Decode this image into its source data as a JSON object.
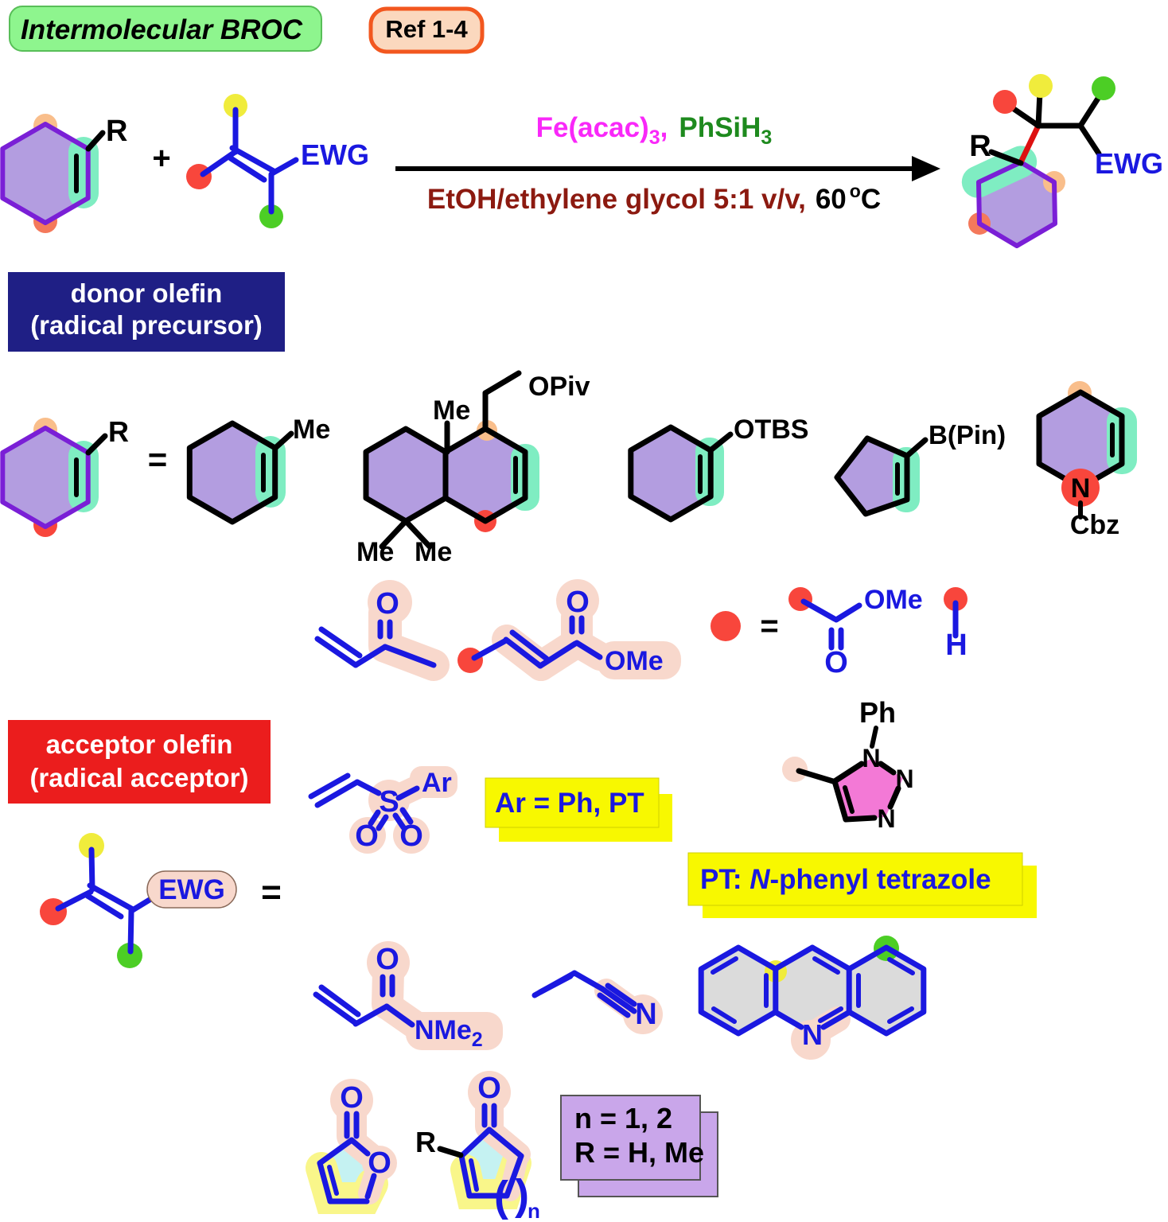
{
  "title": {
    "label": "Intermolecular BROC",
    "ref": "Ref 1-4"
  },
  "reaction": {
    "plus": "+",
    "donor_r": "R",
    "ewg": "EWG",
    "catalyst": "Fe(acac)",
    "catalyst_sub": "3",
    "catalyst_comma": ",",
    "silane": "PhSiH",
    "silane_sub": "3",
    "solvent": "EtOH/ethylene glycol 5:1 v/v,",
    "temp_num": "60",
    "temp_deg": "o",
    "temp_unit": "C",
    "product_r": "R",
    "product_ewg": "EWG"
  },
  "donor": {
    "heading1": "donor olefin",
    "heading2": "(radical precursor)",
    "r": "R",
    "equals": "=",
    "me": "Me",
    "decalin_me_angular": "Me",
    "decalin_opiv": "OPiv",
    "decalin_me_gem1": "Me",
    "decalin_me_gem2": "Me",
    "otbs": "OTBS",
    "bpin": "B(Pin)",
    "n": "N",
    "cbz": "Cbz"
  },
  "ketones": {
    "mvk_o": "O",
    "crotonate_o": "O",
    "crotonate_ome": "OMe",
    "equals": "=",
    "ester_ome": "OMe",
    "ester_o": "O",
    "h": "H"
  },
  "acceptor": {
    "heading1": "acceptor olefin",
    "heading2": "(radical acceptor)",
    "ewg": "EWG",
    "equals": "=",
    "sulfone_s": "S",
    "sulfone_ar": "Ar",
    "sulfone_o1": "O",
    "sulfone_o2": "O",
    "ar_note": "Ar = Ph, PT",
    "tetrazole_ph": "Ph",
    "tetrazole_n1": "N",
    "tetrazole_n2": "N",
    "tetrazole_n3": "N",
    "pt_note_prefix": "PT: ",
    "pt_note_italic": "N",
    "pt_note_suffix": "-phenyl tetrazole",
    "amide_o": "O",
    "amide_n": "NMe",
    "amide_n_sub": "2",
    "nitrile_n": "N",
    "acridine_n": "N",
    "lactone_o_carbonyl": "O",
    "lactone_o_ring": "O",
    "enone_r": "R",
    "enone_o": "O",
    "paren_open": "(",
    "paren_close": ")",
    "paren_n": "n",
    "note1": "n = 1, 2",
    "note2": "R = H, Me"
  },
  "colors": {
    "structure_blue": "#1A18E0",
    "catalyst_magenta": "#F928F9",
    "silane_green": "#1E8A1E",
    "solvent_dark_red": "#8C1A10",
    "donor_heading_navy": "#1F1F85",
    "acceptor_heading_red": "#EB1D1D",
    "highlight_yellow_box": "#F8F800",
    "highlight_pink": "#F8D8CC",
    "highlight_teal": "#7FEDC2",
    "ring_purple_fill": "#B39DE0",
    "ring_purple_stroke": "#7A1FD6",
    "dot_orange": "#F9BE8B",
    "dot_salmon": "#F4795B",
    "dot_red": "#F8463C",
    "dot_yellow": "#F0EC3C",
    "dot_green": "#4CCE25",
    "tetrazole_pink": "#F379D6",
    "acridine_gray": "#DBDBDB",
    "lactone_cyan": "#C5F2F2",
    "highlight_pale_yellow": "#F9F68A",
    "note_purple": "#C9A6EA",
    "title_green": "#8EF58E",
    "ref_peach": "#FBD8BE",
    "ref_border_orange": "#F2571F"
  }
}
